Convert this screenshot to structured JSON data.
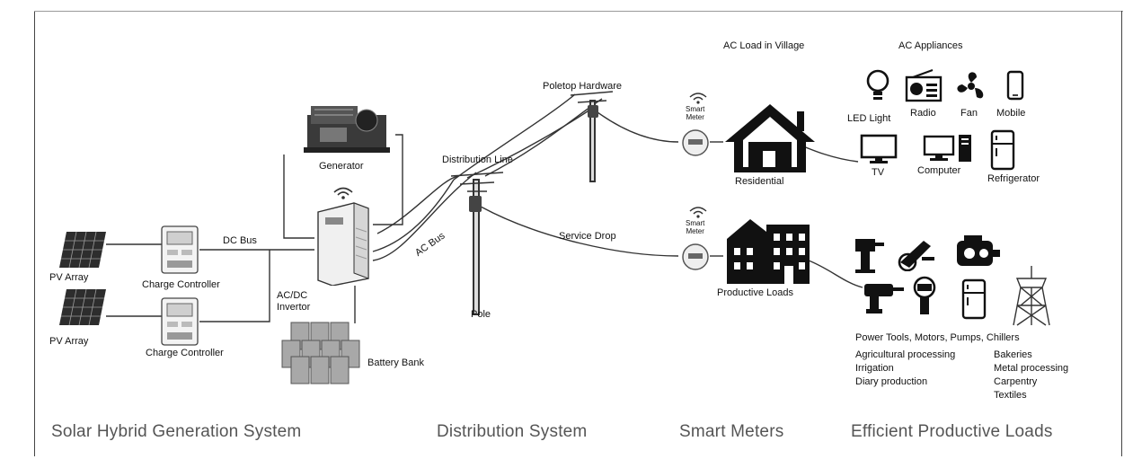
{
  "labels": {
    "ac_load_in_village": "AC Load in Village",
    "ac_appliances": "AC Appliances",
    "poletop_hardware": "Poletop Hardware",
    "generator": "Generator",
    "distribution_line": "Distribution Line",
    "smart_meter_top": "Smart\nMeter",
    "smart_meter_bottom": "Smart\nMeter",
    "residential": "Residential",
    "dc_bus": "DC Bus",
    "ac_bus": "AC Bus",
    "service_drop": "Service Drop",
    "pv_array_1": "PV Array",
    "pv_array_2": "PV Array",
    "charge_controller_1": "Charge Controller",
    "charge_controller_2": "Charge Controller",
    "ac_dc_invertor": "AC/DC\nInvertor",
    "battery_bank": "Battery Bank",
    "pole": "Pole",
    "productive_loads": "Productive Loads"
  },
  "appliances": {
    "led_light": "LED Light",
    "radio": "Radio",
    "fan": "Fan",
    "mobile": "Mobile",
    "tv": "TV",
    "computer": "Computer",
    "refrigerator": "Refrigerator"
  },
  "productive": {
    "heading": "Power Tools, Motors, Pumps, Chillers",
    "col1": [
      "Agricultural processing",
      "Irrigation",
      "Diary production"
    ],
    "col2": [
      "Bakeries",
      "Metal processing",
      "Carpentry",
      "Textiles"
    ]
  },
  "sections": {
    "generation": "Solar Hybrid Generation System",
    "distribution": "Distribution System",
    "meters": "Smart Meters",
    "loads": "Efficient Productive Loads"
  }
}
